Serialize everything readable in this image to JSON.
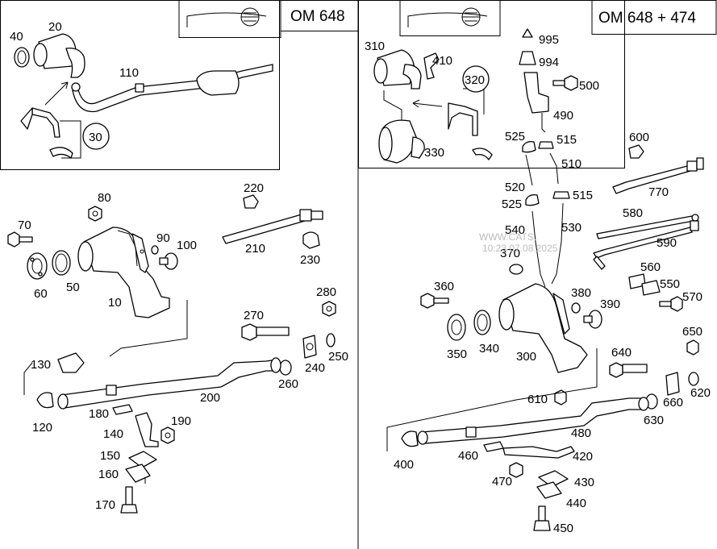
{
  "left_panel": {
    "title": "OM 648",
    "callout": "30",
    "labels": {
      "p20": "20",
      "p40": "40",
      "p110": "110",
      "p80": "80",
      "p70": "70",
      "p90": "90",
      "p100": "100",
      "p60": "60",
      "p50": "50",
      "p10": "10",
      "p220": "220",
      "p210": "210",
      "p230": "230",
      "p280": "280",
      "p270": "270",
      "p250": "250",
      "p240": "240",
      "p260": "260",
      "p130": "130",
      "p200": "200",
      "p120": "120",
      "p180": "180",
      "p190": "190",
      "p140": "140",
      "p150": "150",
      "p160": "160",
      "p170": "170"
    }
  },
  "right_panel": {
    "title": "OM 648 + 474",
    "callout": "320",
    "labels": {
      "p310": "310",
      "p410": "410",
      "p330": "330",
      "p995": "995",
      "p994": "994",
      "p500": "500",
      "p490": "490",
      "p525a": "525",
      "p515a": "515",
      "p510": "510",
      "p600": "600",
      "p770": "770",
      "p520": "520",
      "p525b": "525",
      "p515b": "515",
      "p580": "580",
      "p540": "540",
      "p530": "530",
      "p590": "590",
      "p370": "370",
      "p560": "560",
      "p550": "550",
      "p360": "360",
      "p380": "380",
      "p390": "390",
      "p570": "570",
      "p350": "350",
      "p340": "340",
      "p300": "300",
      "p640": "640",
      "p650": "650",
      "p620": "620",
      "p610": "610",
      "p660": "660",
      "p630": "630",
      "p480": "480",
      "p400": "400",
      "p460": "460",
      "p420": "420",
      "p470": "470",
      "p430": "430",
      "p440": "440",
      "p450": "450"
    }
  },
  "watermark": {
    "line1": "WWW.CATS.",
    "line2": "10:23 07.08.2025"
  }
}
